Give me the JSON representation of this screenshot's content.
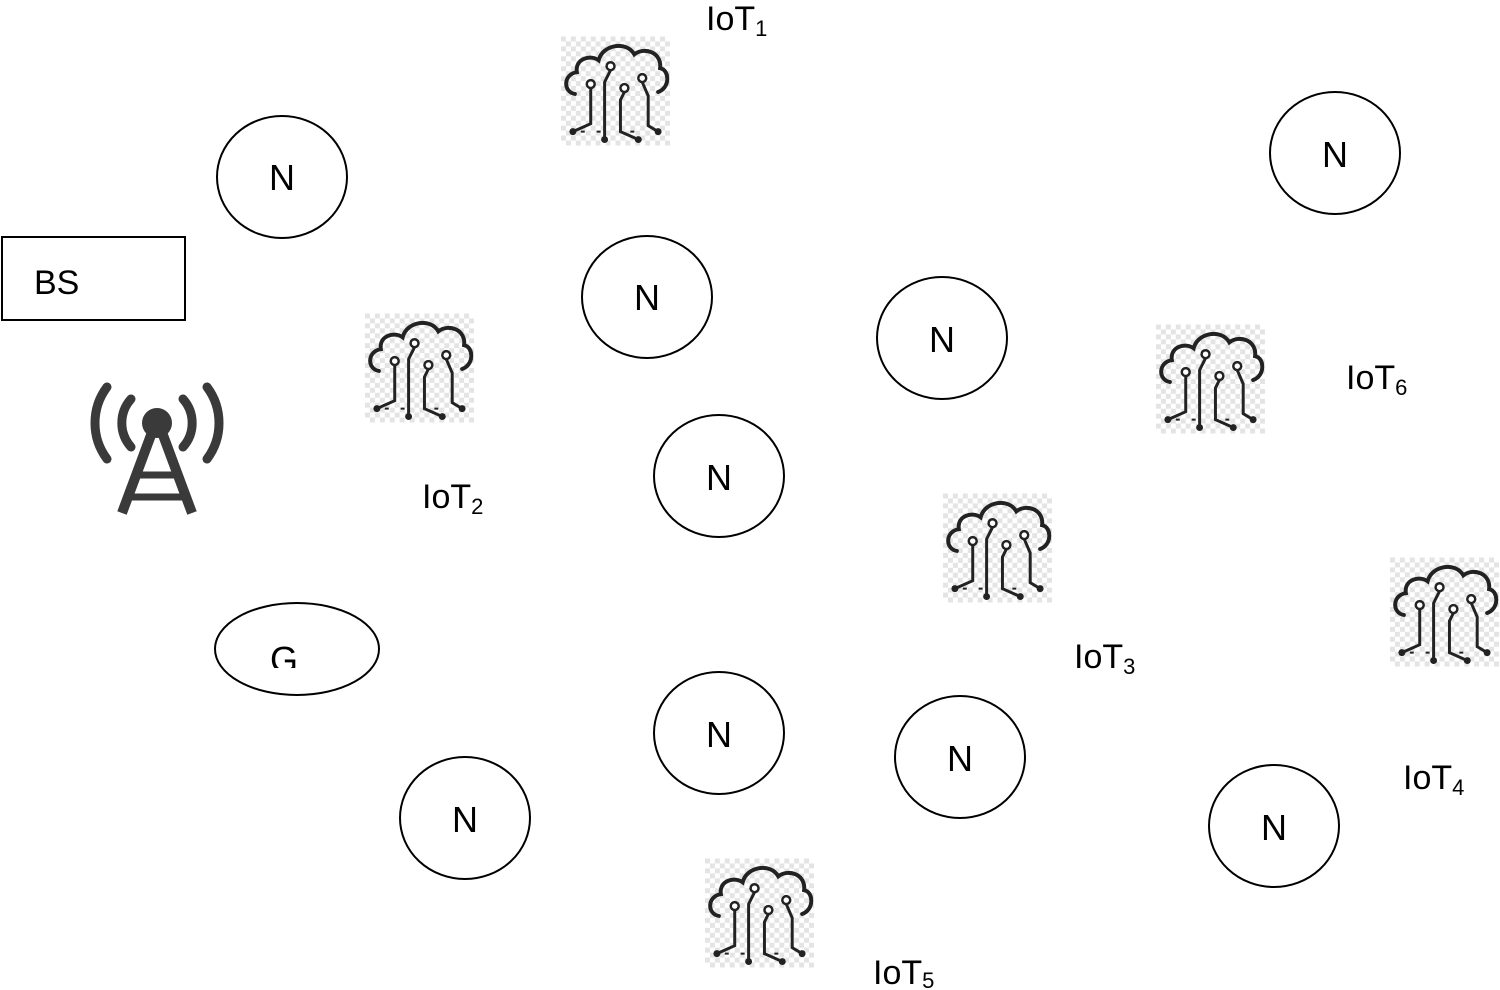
{
  "diagram": {
    "base_station": {
      "label": "BS",
      "icon": "cell-tower-icon"
    },
    "gateway": {
      "label": "G"
    },
    "nodes": [
      {
        "label": "N"
      },
      {
        "label": "N"
      },
      {
        "label": "N"
      },
      {
        "label": "N"
      },
      {
        "label": "N"
      },
      {
        "label": "N"
      },
      {
        "label": "N"
      },
      {
        "label": "N"
      },
      {
        "label": "N"
      }
    ],
    "iot_devices": [
      {
        "prefix": "IoT",
        "sub": "1",
        "icon": "cloud-circuit-icon"
      },
      {
        "prefix": "IoT",
        "sub": "2",
        "icon": "cloud-circuit-icon"
      },
      {
        "prefix": "IoT",
        "sub": "3",
        "icon": "cloud-circuit-icon"
      },
      {
        "prefix": "IoT",
        "sub": "4",
        "icon": "cloud-circuit-icon"
      },
      {
        "prefix": "IoT",
        "sub": "5",
        "icon": "cloud-circuit-icon"
      },
      {
        "prefix": "IoT",
        "sub": "6",
        "icon": "cloud-circuit-icon"
      }
    ],
    "colors": {
      "stroke": "#000000",
      "icon_dark": "#222222",
      "tower": "#3a3a3a",
      "icon_bg_light": "#e6e6e6"
    }
  }
}
